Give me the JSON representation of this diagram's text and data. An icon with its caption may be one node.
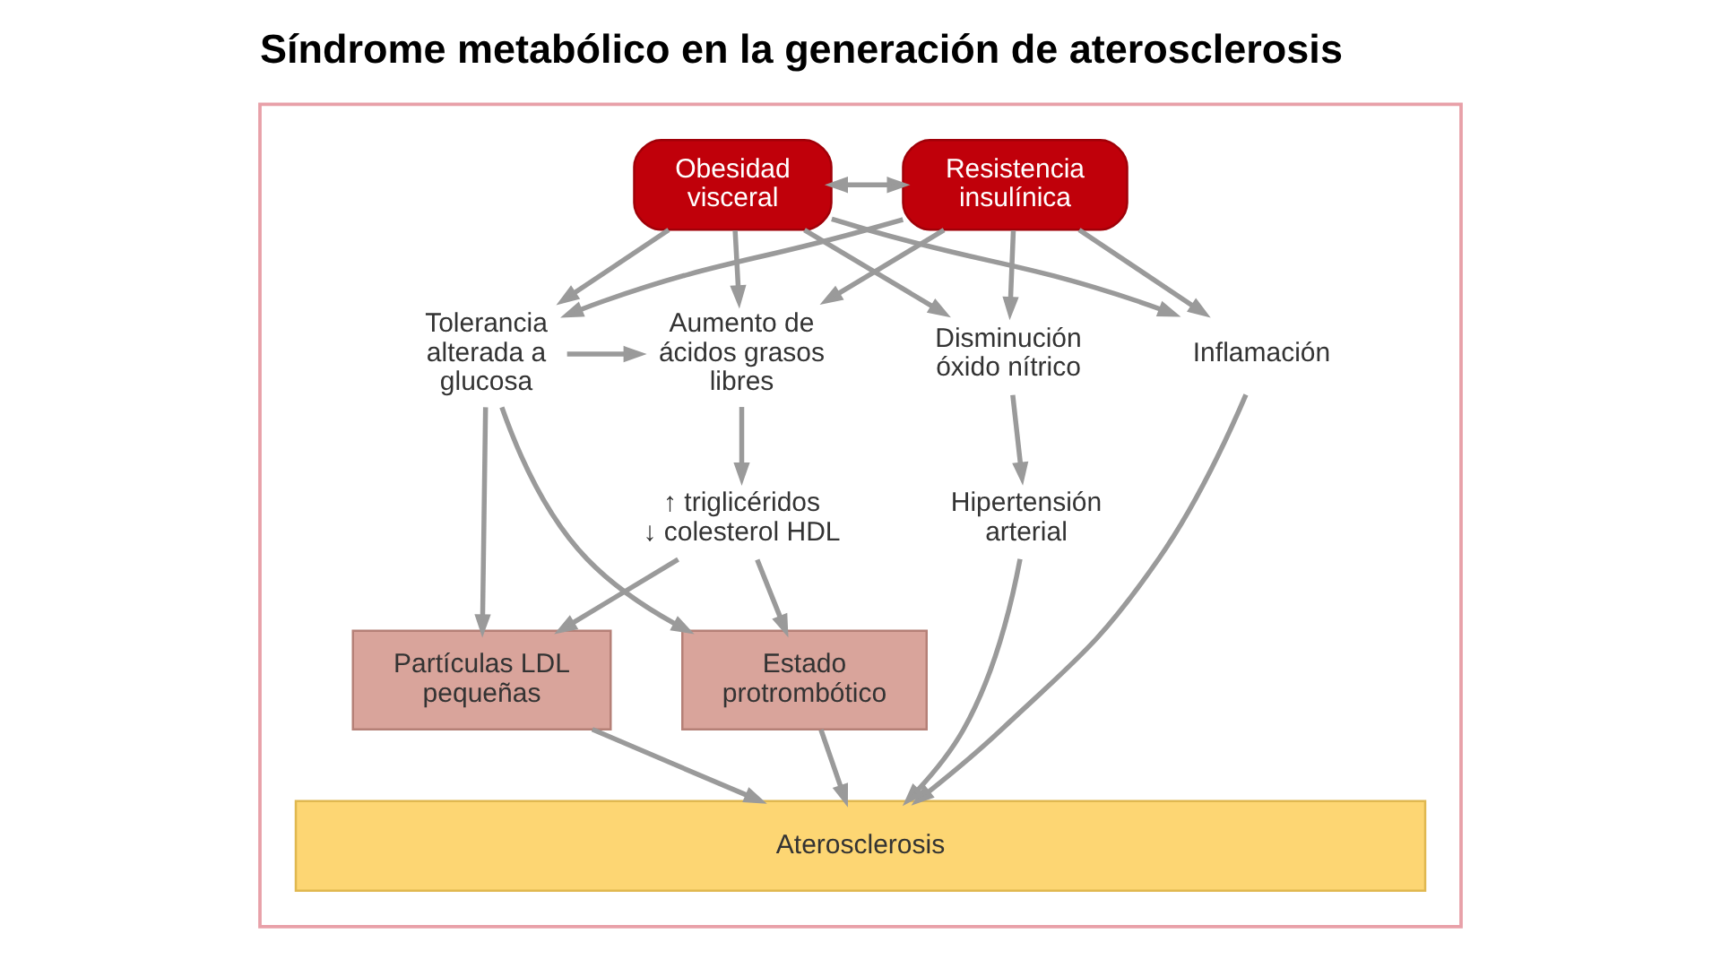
{
  "diagram": {
    "title": "Síndrome metabólico en la generación de aterosclerosis",
    "nodes": [
      {
        "text": [],
        "shape": "box"
      },
      {
        "text": [
          "Obesidad visceral"
        ],
        "in": 0
      },
      {
        "text": [
          "Resistencia insulínica"
        ],
        "in": 0
      },
      {
        "text": [
          "Tolerancia alterada a glucosa"
        ],
        "in": 0
      },
      {
        "text": [
          "Aumento de ácidos grasos libres"
        ],
        "in": 0
      },
      {
        "text": [
          "Disminución óxido nítrico"
        ],
        "in": 0
      },
      {
        "text": [
          "Inflamación"
        ],
        "in": 0
      },
      {
        "text": [
          "↑ triglicéridos ↓ colesterol HDL"
        ],
        "in": 0
      },
      {
        "text": [
          "Hipertensión arterial"
        ],
        "in": 0
      },
      {
        "text": [
          "Partículas LDL pequeñas"
        ],
        "in": 0
      },
      {
        "text": [
          "Estado protrombótico"
        ],
        "in": 0
      },
      {
        "text": [
          "Aterosclerosis"
        ],
        "in": 0
      }
    ],
    "edges": [
      {
        "from": 1,
        "to": 2,
        "arrow": "both"
      },
      {
        "from": 1,
        "to": 3,
        "arrow": "to"
      },
      {
        "from": 1,
        "to": 4,
        "arrow": "to"
      },
      {
        "from": 1,
        "to": 5,
        "arrow": "to"
      },
      {
        "from": 1,
        "to": 6,
        "arrow": "to"
      },
      {
        "from": 2,
        "to": 3,
        "arrow": "to"
      },
      {
        "from": 2,
        "to": 4,
        "arrow": "to"
      },
      {
        "from": 2,
        "to": 5,
        "arrow": "to"
      },
      {
        "from": 2,
        "to": 6,
        "arrow": "to"
      },
      {
        "from": 3,
        "to": 4,
        "arrow": "to"
      },
      {
        "from": 4,
        "to": 7,
        "arrow": "to"
      },
      {
        "from": 5,
        "to": 8,
        "arrow": "to"
      },
      {
        "from": 3,
        "to": 9,
        "arrow": "to"
      },
      {
        "from": 3,
        "to": 10,
        "arrow": "to"
      },
      {
        "from": 7,
        "to": 9,
        "arrow": "to"
      },
      {
        "from": 7,
        "to": 10,
        "arrow": "to"
      },
      {
        "from": 9,
        "to": 11,
        "arrow": "to"
      },
      {
        "from": 10,
        "to": 11,
        "arrow": "to"
      },
      {
        "from": 8,
        "to": 11,
        "arrow": "to"
      },
      {
        "from": 6,
        "to": 11,
        "arrow": "to"
      }
    ]
  }
}
